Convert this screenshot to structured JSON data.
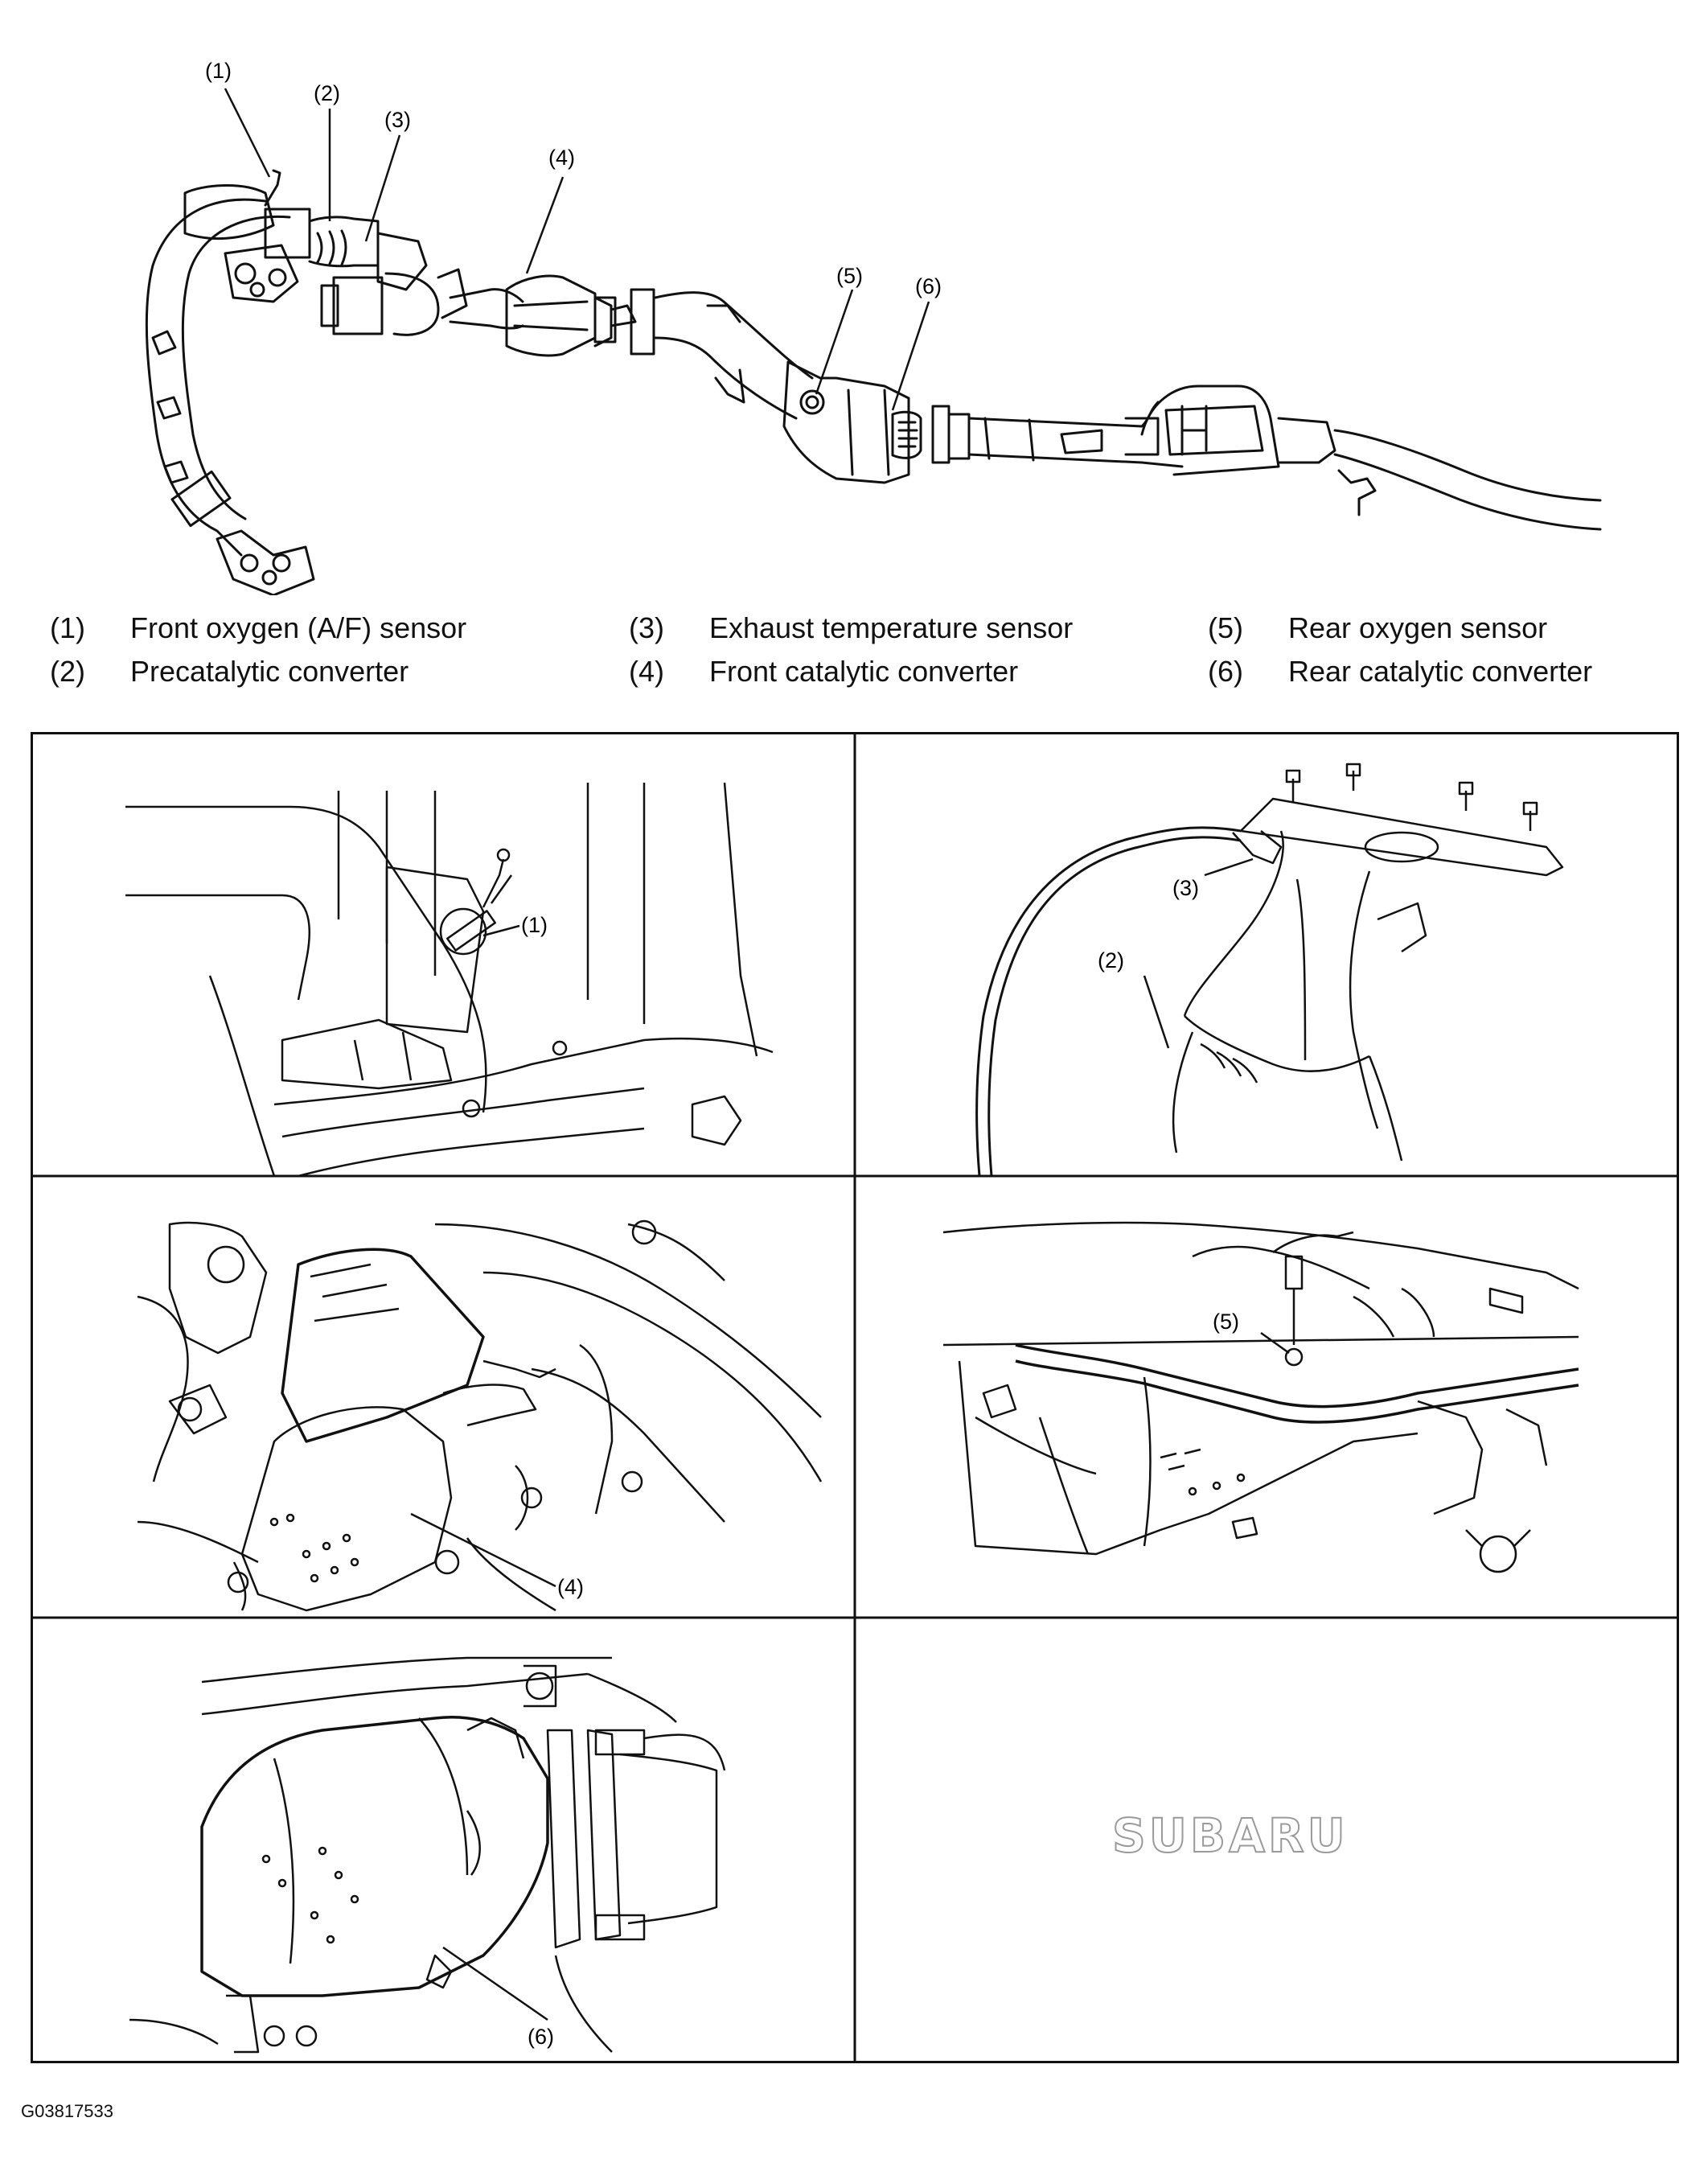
{
  "overview": {
    "callouts": [
      "(1)",
      "(2)",
      "(3)",
      "(4)",
      "(5)",
      "(6)"
    ]
  },
  "legend": [
    {
      "num": "(1)",
      "text": "Front oxygen (A/F) sensor"
    },
    {
      "num": "(2)",
      "text": "Precatalytic converter"
    },
    {
      "num": "(3)",
      "text": "Exhaust temperature sensor"
    },
    {
      "num": "(4)",
      "text": "Front catalytic converter"
    },
    {
      "num": "(5)",
      "text": "Rear oxygen sensor"
    },
    {
      "num": "(6)",
      "text": "Rear catalytic converter"
    }
  ],
  "panels": {
    "front_oxygen": {
      "callout": "(1)"
    },
    "exhaust_temp": {
      "callouts": [
        "(3)",
        "(2)"
      ]
    },
    "front_cat": {
      "callout": "(4)"
    },
    "rear_oxygen": {
      "callout": "(5)"
    },
    "rear_cat": {
      "callout": "(6)"
    },
    "logo": {
      "text": "SUBARU"
    }
  },
  "figure_id": "G03817533"
}
